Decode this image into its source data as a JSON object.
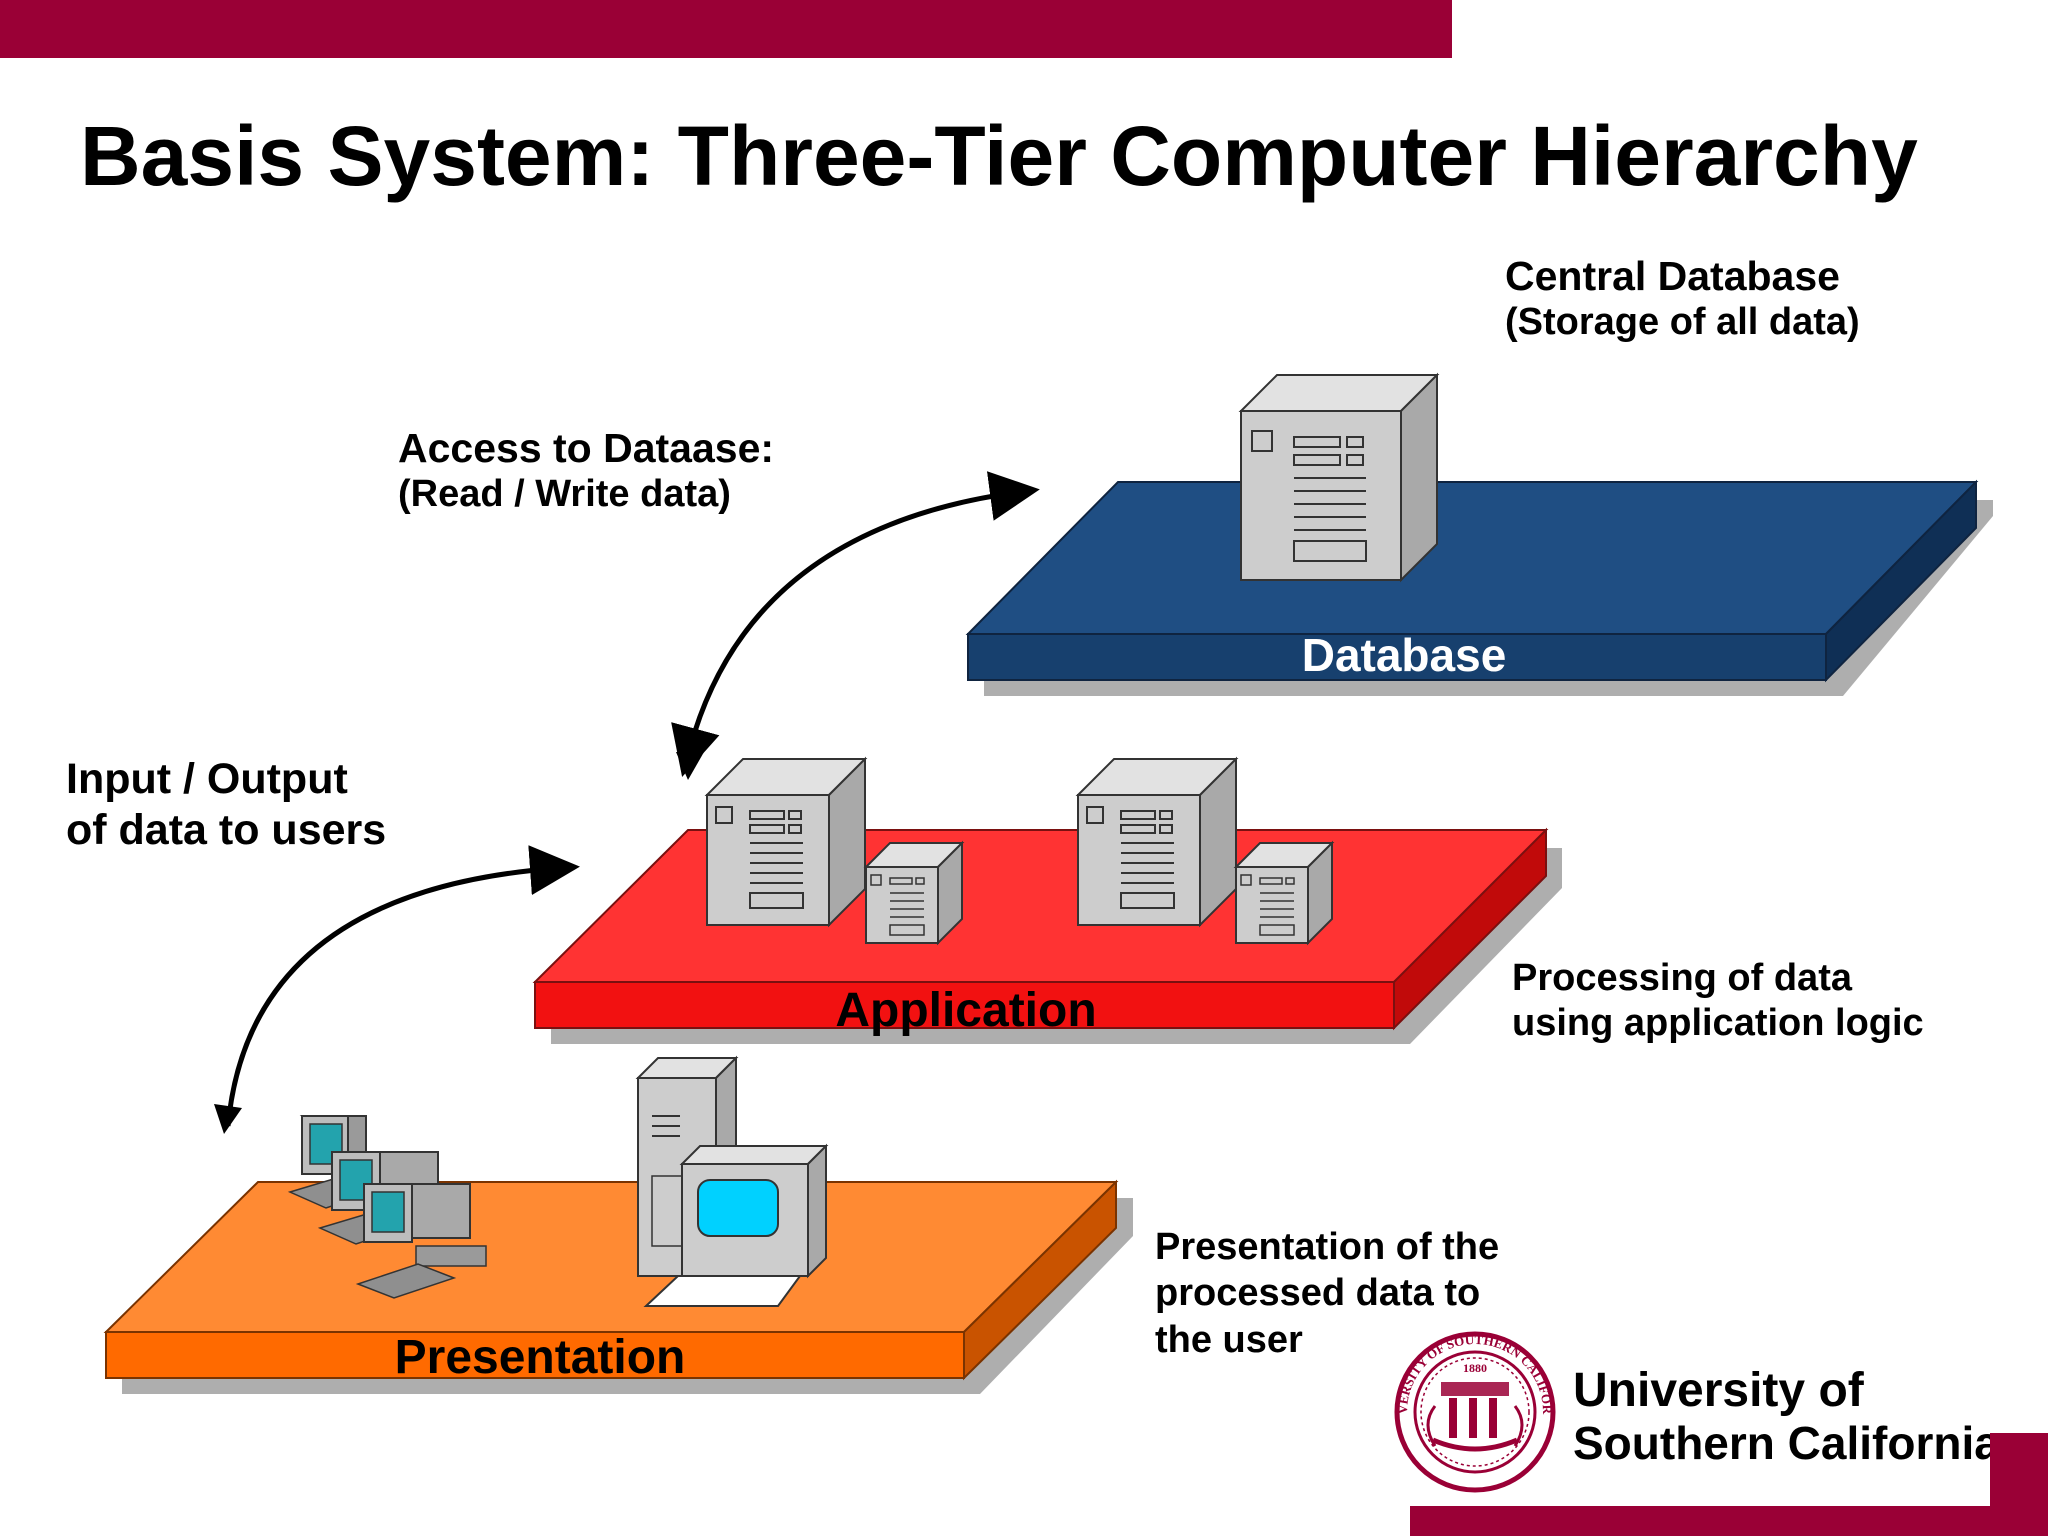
{
  "slide": {
    "title": "Basis System: Three-Tier Computer Hierarchy"
  },
  "tiers": {
    "database": {
      "name": "Database",
      "caption_line1": "Central Database",
      "caption_line2": "(Storage of all data)",
      "color": "#1f4e83"
    },
    "application": {
      "name": "Application",
      "caption_line1": "Processing of data",
      "caption_line2": "using application logic",
      "color": "#ff3333"
    },
    "presentation": {
      "name": "Presentation",
      "caption_line1": "Presentation of the",
      "caption_line2": "processed data to",
      "caption_line3": "the user",
      "color": "#ff8a33"
    }
  },
  "arrows": {
    "access": {
      "line1": "Access to Dataase:",
      "line2": "(Read / Write data)"
    },
    "io": {
      "line1": "Input / Output",
      "line2": "of data to users"
    }
  },
  "branding": {
    "line1": "University of",
    "line2": "Southern California",
    "seal_ring_text": "UNIVERSITY OF SOUTHERN CALIFORNIA",
    "seal_year": "1880",
    "brand_color": "#9a0036"
  }
}
